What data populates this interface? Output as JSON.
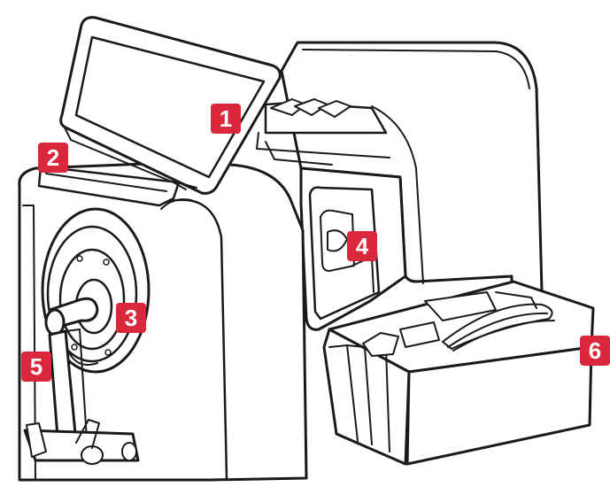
{
  "colors": {
    "callout_fill": "#d9283b",
    "callout_text": "#ffffff",
    "line": "#1a1a1a",
    "body": "#ffffff"
  },
  "callouts": [
    {
      "id": "1",
      "label": "1"
    },
    {
      "id": "2",
      "label": "2"
    },
    {
      "id": "3",
      "label": "3"
    },
    {
      "id": "4",
      "label": "4"
    },
    {
      "id": "5",
      "label": "5"
    },
    {
      "id": "6",
      "label": "6"
    }
  ]
}
